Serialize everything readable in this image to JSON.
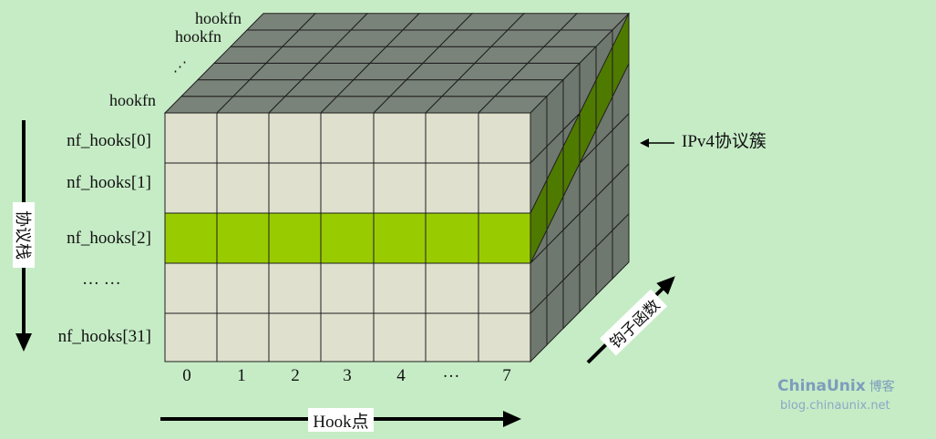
{
  "diagram": {
    "rows": [
      "nf_hooks[0]",
      "nf_hooks[1]",
      "nf_hooks[2]",
      "… …",
      "nf_hooks[31]"
    ],
    "highlight_row_index": 2,
    "columns": [
      "0",
      "1",
      "2",
      "3",
      "4",
      "…",
      "7"
    ],
    "depth_labels": [
      "hookfn",
      "hookfn",
      "⋰",
      "hookfn"
    ],
    "ipv4_label": "IPv4协议簇",
    "protocol_stack_label": "协议栈",
    "hook_point_label": "Hook点",
    "hook_function_label": "钩子函数",
    "colors": {
      "background": "#c6ecc6",
      "front_cell": "#dfe0cd",
      "highlight_front": "#99cc00",
      "top_face": "#7a8379",
      "side_face": "#6f786e",
      "highlight_side": "#4f7a00",
      "grid_line": "#1e1e1e"
    }
  },
  "watermark": {
    "brand": "ChinaUnix",
    "brand_cn": "博客",
    "url": "blog.chinaunix.net"
  }
}
